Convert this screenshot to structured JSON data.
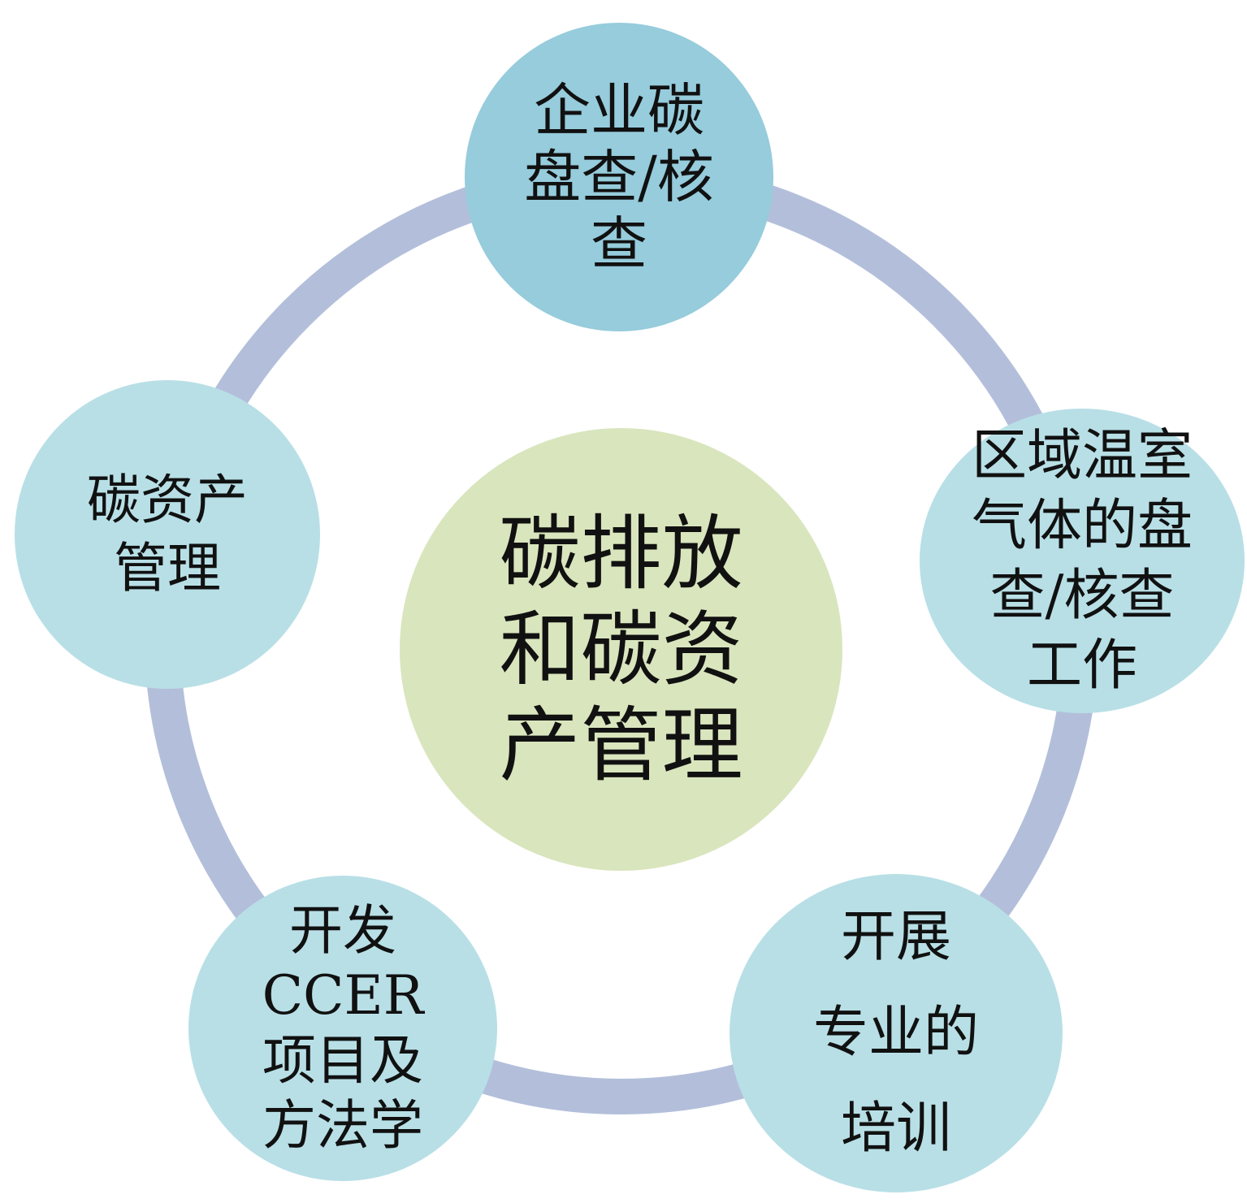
{
  "colors": {
    "ring": "#b3bfda",
    "node_fill": "#b8dfe6",
    "top_node_fill": "#96ccdc",
    "center_fill": "#d9e5bd",
    "text": "#111111"
  },
  "center": {
    "lines": [
      "碳排放",
      "和碳资",
      "产管理"
    ]
  },
  "nodes": {
    "top": {
      "lines": [
        "企业碳",
        "盘查/核",
        "查"
      ]
    },
    "right": {
      "lines": [
        "区域温室",
        "气体的盘",
        "查/核查",
        "工作"
      ]
    },
    "bottom_right": {
      "lines": [
        "开展",
        "专业的",
        "培训"
      ]
    },
    "bottom_left": {
      "lines": [
        "开发",
        "CCER",
        "项目及",
        "方法学"
      ]
    },
    "left": {
      "lines": [
        "碳资产",
        "管理"
      ]
    }
  }
}
